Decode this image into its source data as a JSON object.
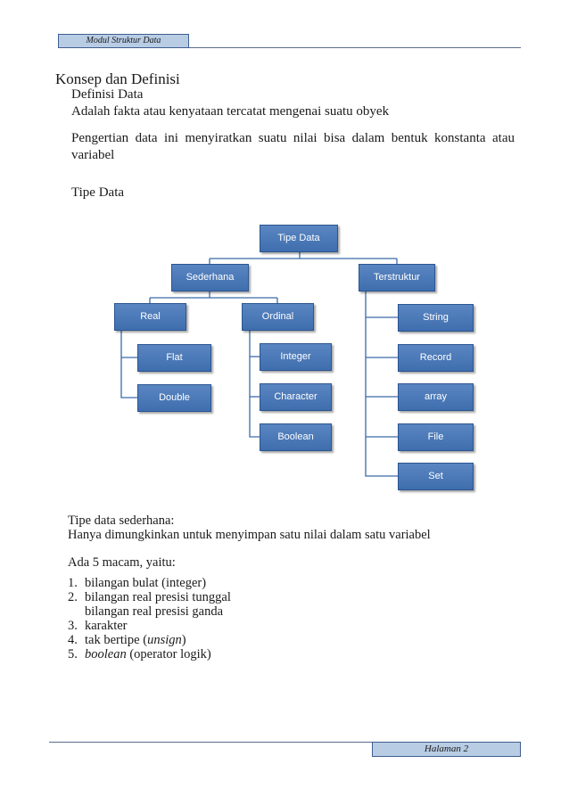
{
  "header": {
    "tag": "Modul Struktur Data"
  },
  "section": {
    "title": "Konsep dan Definisi",
    "subtitle": "Definisi  Data",
    "definition": "Adalah fakta atau kenyataan tercatat mengenai suatu obyek",
    "paragraph": "Pengertian data ini menyiratkan  suatu nilai bisa dalam bentuk konstanta atau variabel",
    "tipe_heading": "Tipe Data"
  },
  "diagram": {
    "root": "Tipe Data",
    "sederhana": "Sederhana",
    "terstruktur": "Terstruktur",
    "real": "Real",
    "ordinal": "Ordinal",
    "real_children": [
      "Flat",
      "Double"
    ],
    "ordinal_children": [
      "Integer",
      "Character",
      "Boolean"
    ],
    "terstruktur_children": [
      "String",
      "Record",
      "array",
      "File",
      "Set"
    ],
    "box_color": "#4a78b8"
  },
  "body": {
    "line1": "Tipe data sederhana:",
    "line2": "Hanya dimungkinkan untuk menyimpan satu nilai dalam satu variabel",
    "line3": "Ada 5 macam, yaitu:",
    "items": [
      {
        "num": "1.",
        "text": "bilangan bulat (integer)"
      },
      {
        "num": "2.",
        "text": "bilangan real presisi tunggal"
      },
      {
        "num": "",
        "text": "bilangan real presisi ganda"
      },
      {
        "num": "3.",
        "text": "karakter"
      },
      {
        "num": "4.",
        "pre": "tak bertipe (",
        "em": "unsign",
        "post": ")"
      },
      {
        "num": "5.",
        "pre": "",
        "em": "boolean",
        "post": " (operator logik)"
      }
    ]
  },
  "footer": {
    "tag": "Halaman  2"
  }
}
